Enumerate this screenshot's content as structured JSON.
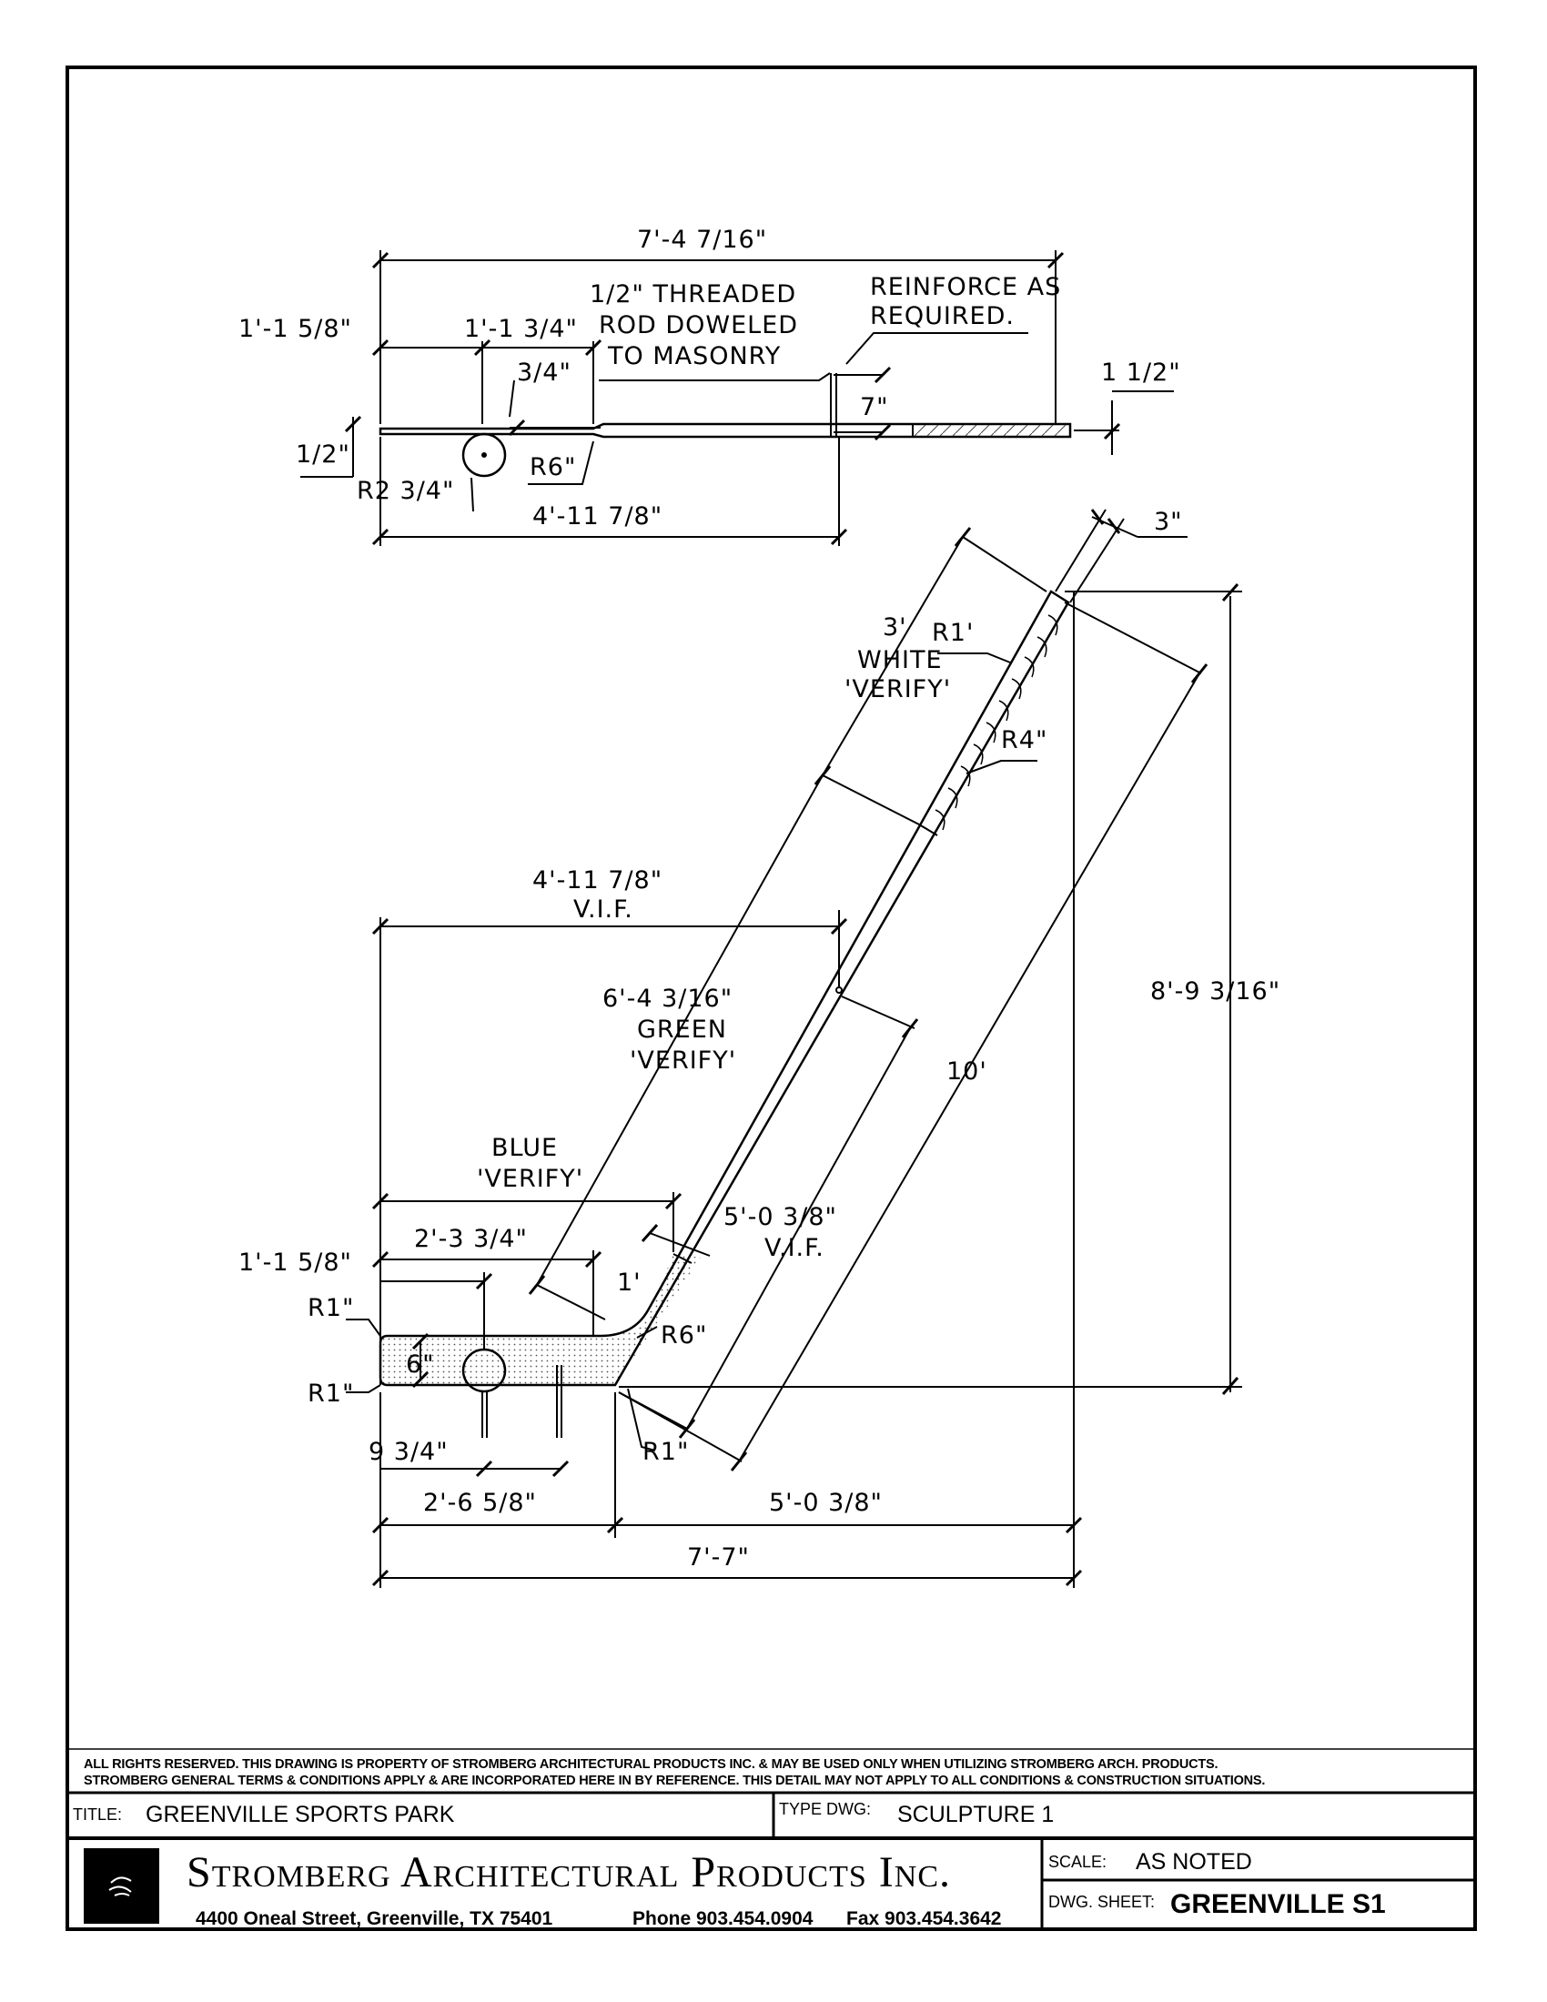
{
  "top_view": {
    "overall_length": "7'-4 7/16\"",
    "left_offset": "1'-1 5/8\"",
    "dowel_spacing": "1'-1 3/4\"",
    "rod_note_line1": "1/2\" THREADED",
    "rod_note_line2": "ROD DOWELED",
    "rod_note_line3": "TO MASONRY",
    "reinforce_line1": "REINFORCE AS",
    "reinforce_line2": "REQUIRED.",
    "step": "3/4\"",
    "thickness_right": "1 1/2\"",
    "blade_offset": "7\"",
    "thickness_left": "1/2\"",
    "puck_radius": "R2 3/4\"",
    "bend_radius": "R6\"",
    "blade_length": "4'-11 7/8\""
  },
  "elevation": {
    "shaft_width": "3\"",
    "white_len": "3'",
    "white_label": "WHITE",
    "verify": "'VERIFY'",
    "end_radius": "R1'",
    "tape_radius": "R4\"",
    "blade_len": "4'-11 7/8\"",
    "vif": "V.I.F.",
    "green_len": "6'-4 3/16\"",
    "green_label": "GREEN",
    "height": "8'-9 3/16\"",
    "stick_len": "10'",
    "blue_label": "BLUE",
    "lower_len": "5'-0 3/8\"",
    "blade_offset": "1'-1 5/8\"",
    "blade_span": "2'-3 3/4\"",
    "blade_thick": "1'",
    "corner_r": "R1\"",
    "bend_r": "R6\"",
    "blade_height": "6\"",
    "hole_offset": "9 3/4\"",
    "base_left": "2'-6 5/8\"",
    "base_right": "5'-0 3/8\"",
    "base_total": "7'-7\""
  },
  "disclaimer": {
    "line1": "ALL RIGHTS RESERVED. THIS DRAWING IS PROPERTY OF STROMBERG ARCHITECTURAL PRODUCTS INC. & MAY BE USED ONLY WHEN UTILIZING STROMBERG ARCH. PRODUCTS.",
    "line2": "STROMBERG GENERAL TERMS & CONDITIONS APPLY & ARE INCORPORATED HERE IN BY REFERENCE. THIS DETAIL MAY NOT APPLY TO ALL CONDITIONS & CONSTRUCTION SITUATIONS."
  },
  "title_block": {
    "title_label": "TITLE:",
    "title_value": "GREENVILLE SPORTS PARK",
    "type_label": "TYPE DWG:",
    "type_value": "SCULPTURE 1",
    "company": "Stromberg Architectural Products Inc.",
    "address": "4400 Oneal Street, Greenville, TX 75401",
    "phone": "Phone 903.454.0904",
    "fax": "Fax 903.454.3642",
    "scale_label": "SCALE:",
    "scale_value": "AS NOTED",
    "sheet_label": "DWG. SHEET:",
    "sheet_value": "GREENVILLE S1"
  }
}
